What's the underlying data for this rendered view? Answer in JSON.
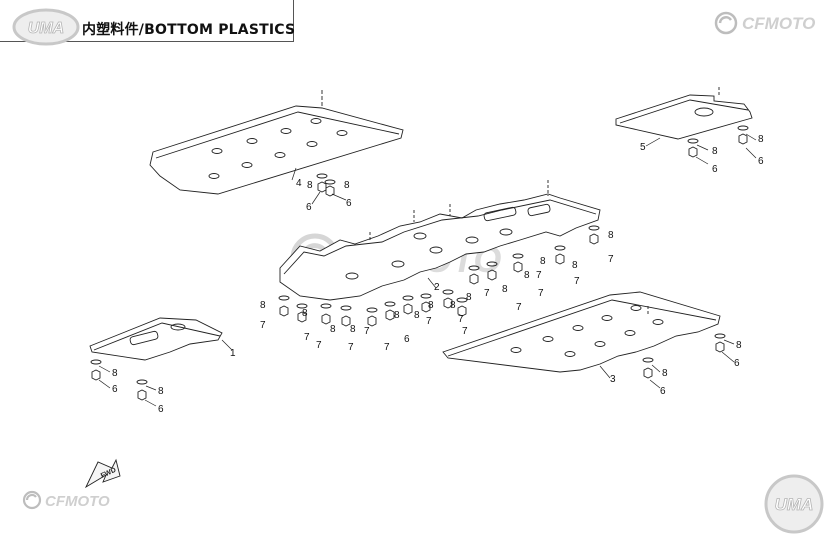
{
  "header": {
    "title": "内塑料件/BOTTOM PLASTICS",
    "logo_text": "UMA"
  },
  "brand": {
    "top_right": "CFMOTO",
    "watermark": "CFMOTO",
    "bottom_left": "CFMOTO",
    "bottom_right_logo": "UMA"
  },
  "fwd_label": "FWD",
  "callouts": {
    "part_1": "1",
    "part_2": "2",
    "part_3": "3",
    "part_4": "4",
    "part_5": "5",
    "fastener_6": "6",
    "fastener_7": "7",
    "fastener_8": "8"
  },
  "colors": {
    "line": "#222222",
    "watermark": "#d8d8d8",
    "logo_ring": "#c8c8c8"
  }
}
